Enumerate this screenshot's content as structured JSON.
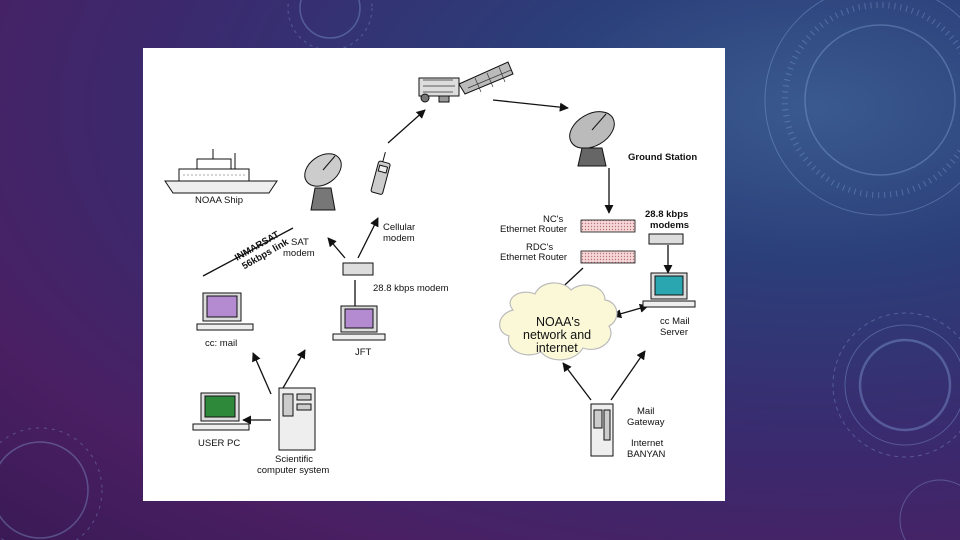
{
  "diagram": {
    "labels": {
      "noaa_ship": "NOAA Ship",
      "inmarsat_1": "INMARSAT",
      "inmarsat_2": "56kbps link",
      "sat_modem_1": "SAT",
      "sat_modem_2": "modem",
      "cellular_1": "Cellular",
      "cellular_2": "modem",
      "ground_station": "Ground Station",
      "nc_router_1": "NC's",
      "nc_router_2": "Ethernet Router",
      "rdc_router_1": "RDC's",
      "rdc_router_2": "Ethernet Router",
      "modems_1": "28.8 kbps",
      "modems_2": "modems",
      "modem_288": "28.8 kbps modem",
      "cc_mail": "cc: mail",
      "jft": "JFT",
      "noaa_net_1": "NOAA's",
      "noaa_net_2": "network and",
      "noaa_net_3": "internet",
      "cc_mail_server_1": "cc Mail",
      "cc_mail_server_2": "Server",
      "user_pc": "USER PC",
      "scientific_1": "Scientific",
      "scientific_2": "computer system",
      "mail_gateway_1": "Mail",
      "mail_gateway_2": "Gateway",
      "internet_banyan_1": "Internet",
      "internet_banyan_2": "BANYAN"
    }
  },
  "colors": {
    "panel_bg": "#ffffff",
    "line": "#111111",
    "screen_purple": "#b48ad0",
    "screen_green": "#2e8a3a",
    "screen_teal": "#2aa6b0",
    "router_fill": "#f3c9cc",
    "cloud_fill": "#fbf8d8"
  }
}
